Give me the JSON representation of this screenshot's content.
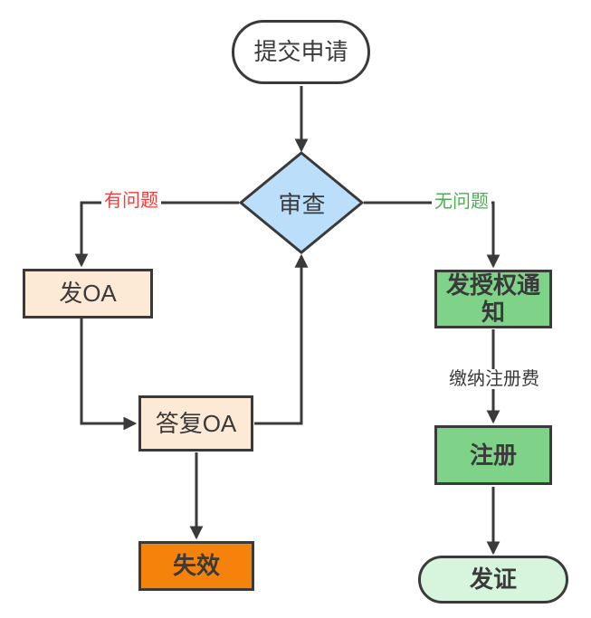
{
  "diagram": {
    "background": "#FFFFFF",
    "line_color": "#3A3A3A",
    "text_color": "#3A3A3A",
    "nodes": {
      "start": {
        "label": "提交申请",
        "shape": "stadium",
        "fill": "#FFFFFF"
      },
      "review": {
        "label": "审查",
        "shape": "diamond",
        "fill": "#BBDEFB"
      },
      "send_oa": {
        "label": "发OA",
        "shape": "rect",
        "fill": "#FCE9D6"
      },
      "reply_oa": {
        "label": "答复OA",
        "shape": "rect",
        "fill": "#FCE9D6"
      },
      "invalid": {
        "label": "失效",
        "shape": "rect",
        "fill": "#F5820A"
      },
      "grant_notice": {
        "label": "发授权通知",
        "shape": "rect",
        "fill": "#7ED389"
      },
      "register": {
        "label": "注册",
        "shape": "rect",
        "fill": "#7ED389"
      },
      "issue_cert": {
        "label": "发证",
        "shape": "stadium",
        "fill": "#D6F5DC"
      }
    },
    "edge_labels": {
      "has_problem": {
        "text": "有问题",
        "color": "#F53C3C"
      },
      "no_problem": {
        "text": "无问题",
        "color": "#4CAF50"
      },
      "pay_fee": {
        "text": "缴纳注册费",
        "color": "#3A3A3A"
      }
    },
    "connections": [
      {
        "from": "提交申请",
        "to": "审查",
        "label": ""
      },
      {
        "from": "审查",
        "to": "发OA",
        "label": "有问题"
      },
      {
        "from": "发OA",
        "to": "答复OA",
        "label": ""
      },
      {
        "from": "答复OA",
        "to": "审查",
        "label": ""
      },
      {
        "from": "答复OA",
        "to": "失效",
        "label": ""
      },
      {
        "from": "审查",
        "to": "发授权通知",
        "label": "无问题"
      },
      {
        "from": "发授权通知",
        "to": "注册",
        "label": "缴纳注册费"
      },
      {
        "from": "注册",
        "to": "发证",
        "label": ""
      }
    ]
  }
}
